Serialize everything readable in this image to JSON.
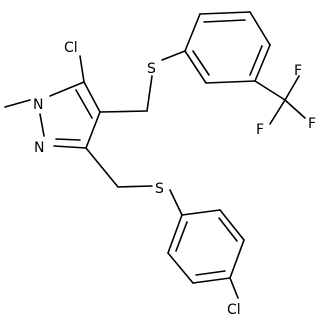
{
  "molecule": {
    "atoms": {
      "cl_pyrazole": "Cl",
      "n1": "N",
      "n2": "N",
      "s_top": "S",
      "s_bottom": "S",
      "f1": "F",
      "f2": "F",
      "f3": "F",
      "cl_phenyl": "Cl"
    }
  },
  "colors": {
    "bond": "#000000",
    "label": "#000000",
    "background": "#ffffff"
  }
}
